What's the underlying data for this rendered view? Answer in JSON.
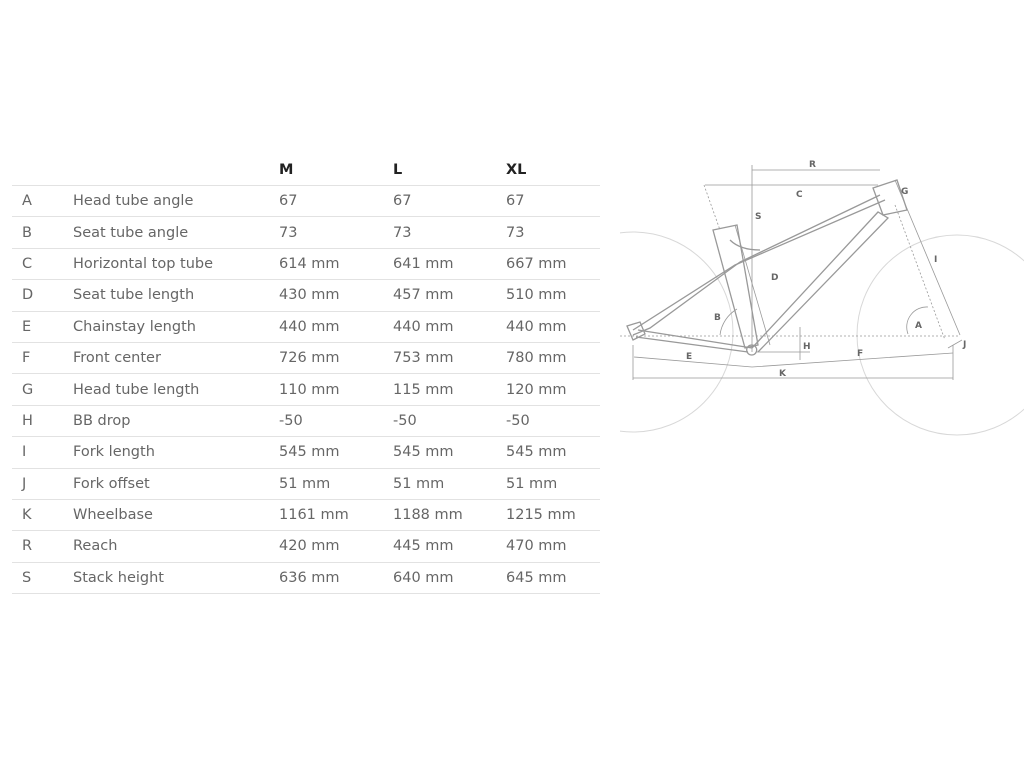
{
  "table": {
    "columns": [
      "",
      "",
      "M",
      "L",
      "XL"
    ],
    "rows": [
      {
        "letter": "A",
        "label": "Head tube angle",
        "m": "67",
        "l": "67",
        "xl": "67"
      },
      {
        "letter": "B",
        "label": "Seat tube angle",
        "m": "73",
        "l": "73",
        "xl": "73"
      },
      {
        "letter": "C",
        "label": "Horizontal top tube",
        "m": "614 mm",
        "l": "641 mm",
        "xl": "667 mm"
      },
      {
        "letter": "D",
        "label": "Seat tube length",
        "m": "430 mm",
        "l": "457 mm",
        "xl": "510 mm"
      },
      {
        "letter": "E",
        "label": "Chainstay length",
        "m": "440 mm",
        "l": "440 mm",
        "xl": "440 mm"
      },
      {
        "letter": "F",
        "label": "Front center",
        "m": "726 mm",
        "l": "753 mm",
        "xl": "780 mm"
      },
      {
        "letter": "G",
        "label": "Head tube length",
        "m": "110 mm",
        "l": "115 mm",
        "xl": "120 mm"
      },
      {
        "letter": "H",
        "label": "BB drop",
        "m": "-50",
        "l": "-50",
        "xl": "-50"
      },
      {
        "letter": "I",
        "label": "Fork length",
        "m": "545 mm",
        "l": "545 mm",
        "xl": "545 mm"
      },
      {
        "letter": "J",
        "label": "Fork offset",
        "m": "51 mm",
        "l": "51 mm",
        "xl": "51 mm"
      },
      {
        "letter": "K",
        "label": "Wheelbase",
        "m": "1161 mm",
        "l": "1188 mm",
        "xl": "1215 mm"
      },
      {
        "letter": "R",
        "label": "Reach",
        "m": "420 mm",
        "l": "445 mm",
        "xl": "470 mm"
      },
      {
        "letter": "S",
        "label": "Stack height",
        "m": "636 mm",
        "l": "640 mm",
        "xl": "645 mm"
      }
    ]
  },
  "diagram": {
    "labels": {
      "R": "R",
      "C": "C",
      "S": "S",
      "G": "G",
      "I": "I",
      "D": "D",
      "B": "B",
      "A": "A",
      "H": "H",
      "J": "J",
      "E": "E",
      "F": "F",
      "K": "K"
    }
  }
}
